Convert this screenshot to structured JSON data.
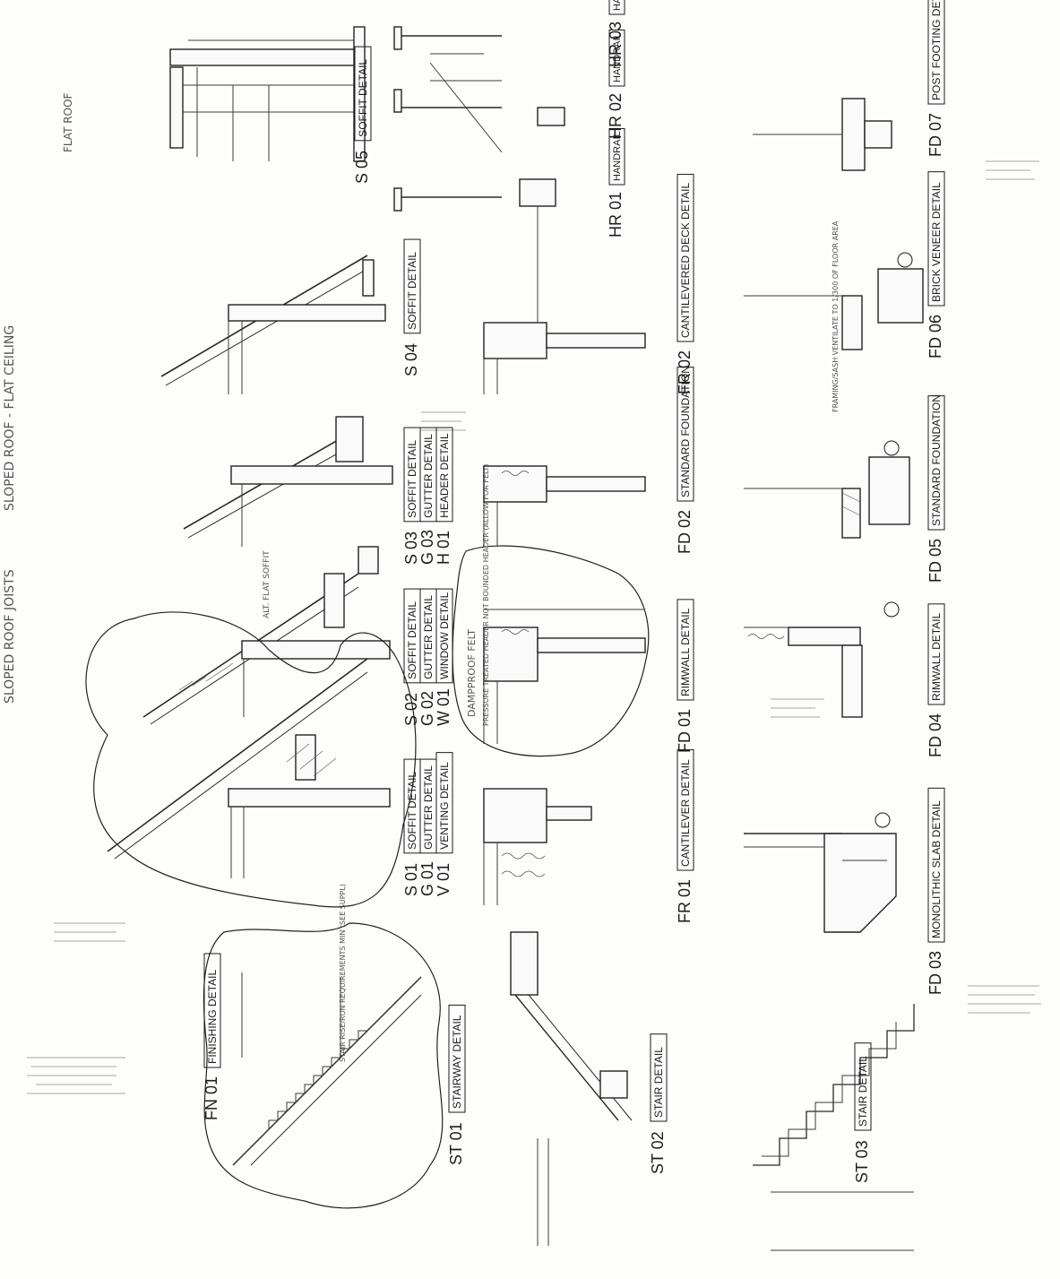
{
  "sheet": {
    "background": "#fdfdfc",
    "line_color": "#2a2a2a"
  },
  "details": [
    {
      "code": "S 05",
      "title": "SOFFIT DETAIL"
    },
    {
      "code": "S 04",
      "title": "SOFFIT DETAIL"
    },
    {
      "code": "S 03",
      "title": "SOFFIT DETAIL"
    },
    {
      "code": "G 03",
      "title": "GUTTER DETAIL"
    },
    {
      "code": "H 01",
      "title": "HEADER DETAIL"
    },
    {
      "code": "S 02",
      "title": "SOFFIT DETAIL"
    },
    {
      "code": "G 02",
      "title": "GUTTER DETAIL"
    },
    {
      "code": "W 01",
      "title": "WINDOW DETAIL"
    },
    {
      "code": "S 01",
      "title": "SOFFIT DETAIL"
    },
    {
      "code": "G 01",
      "title": "GUTTER DETAIL"
    },
    {
      "code": "V 01",
      "title": "VENTING DETAIL"
    },
    {
      "code": "FN 01",
      "title": "FINISHING DETAIL"
    },
    {
      "code": "ST 01",
      "title": "STAIRWAY DETAIL"
    },
    {
      "code": "ST 02",
      "title": "STAIR DETAIL"
    },
    {
      "code": "ST 03",
      "title": "STAIR DETAIL"
    },
    {
      "code": "FR 01",
      "title": "CANTILEVER DETAIL"
    },
    {
      "code": "FD 01",
      "title": "RIMWALL DETAIL"
    },
    {
      "code": "FD 02",
      "title": "STANDARD FOUNDATION"
    },
    {
      "code": "FR 02",
      "title": "CANTILEVERED DECK DETAIL"
    },
    {
      "code": "HR 01",
      "title": "HANDRAIL"
    },
    {
      "code": "HR 02",
      "title": "HANDRAIL"
    },
    {
      "code": "HR 03",
      "title": "HANDRAIL"
    },
    {
      "code": "FD 03",
      "title": "MONOLITHIC SLAB DETAIL"
    },
    {
      "code": "FD 04",
      "title": "RIMWALL DETAIL"
    },
    {
      "code": "FD 05",
      "title": "STANDARD FOUNDATION"
    },
    {
      "code": "FD 06",
      "title": "BRICK VENEER DETAIL"
    },
    {
      "code": "FD 07",
      "title": "POST FOOTING DETAIL"
    }
  ],
  "notes": {
    "sloped_roof_joists": "SLOPED ROOF JOISTS",
    "sloped_roof_flat_ceiling": "SLOPED ROOF - FLAT CEILING",
    "flat_roof": "FLAT ROOF",
    "dampproof_felt": "DAMPPROOF FELT",
    "pressure_treated_header": "PRESSURE TREATED HEADER NOT BOUNDED HEADER (ALLOW FOR FELT)",
    "stair_rise_run": "STAIR RISE/RUN REQUIREMENTS MIN (SEE SUPPL)",
    "framing_ventilate": "FRAMING/SASH VENTILATE TO 1/300 OF FLOOR AREA",
    "alt_flat_soffit": "ALT. FLAT SOFFIT"
  }
}
